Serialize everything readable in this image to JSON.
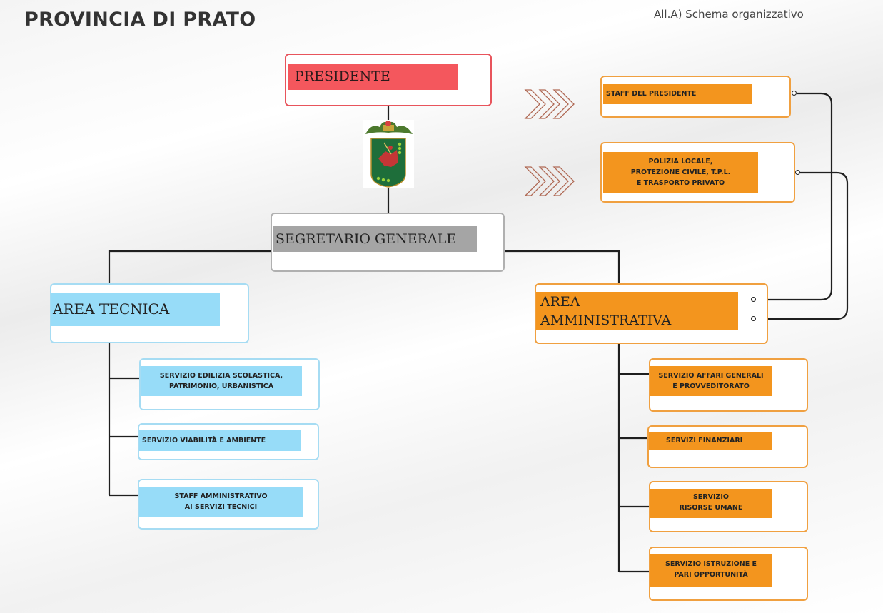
{
  "header": {
    "title": "PROVINCIA DI PRATO",
    "subtitle": "All.A) Schema organizzativo"
  },
  "president": {
    "label": "PRESIDENTE"
  },
  "staff_presidente": {
    "label": "STAFF DEL PRESIDENTE"
  },
  "polizia": {
    "label": "POLIZIA LOCALE,\nPROTEZIONE CIVILE, T.P.L.\nE TRASPORTO PRIVATO"
  },
  "segretario": {
    "label": "SEGRETARIO GENERALE"
  },
  "area_tecnica": {
    "label": "AREA TECNICA",
    "services": [
      "SERVIZIO EDILIZIA SCOLASTICA,\nPATRIMONIO, URBANISTICA",
      "SERVIZIO VIABILITÀ E AMBIENTE",
      "STAFF AMMINISTRATIVO\nAI SERVIZI TECNICI"
    ]
  },
  "area_amministrativa": {
    "label": "AREA\nAMMINISTRATIVA",
    "services": [
      "SERVIZIO AFFARI GENERALI\nE PROVVEDITORATO",
      "SERVIZI FINANZIARI",
      "SERVIZIO\nRISORSE UMANE",
      "SERVIZIO ISTRUZIONE E\nPARI OPPORTUNITÀ"
    ]
  },
  "colors": {
    "red": "#f4575d",
    "red_border": "#e8545c",
    "orange": "#f3951e",
    "orange_border": "#f0a040",
    "blue": "#97dcf8",
    "blue_border": "#a6dcf3",
    "gray": "#a5a5a5",
    "gray_border": "#b0b0b0",
    "line": "#1f1f1f"
  },
  "icons": [
    "province-coat-of-arms-icon",
    "triple-chevron-arrow-icon"
  ]
}
